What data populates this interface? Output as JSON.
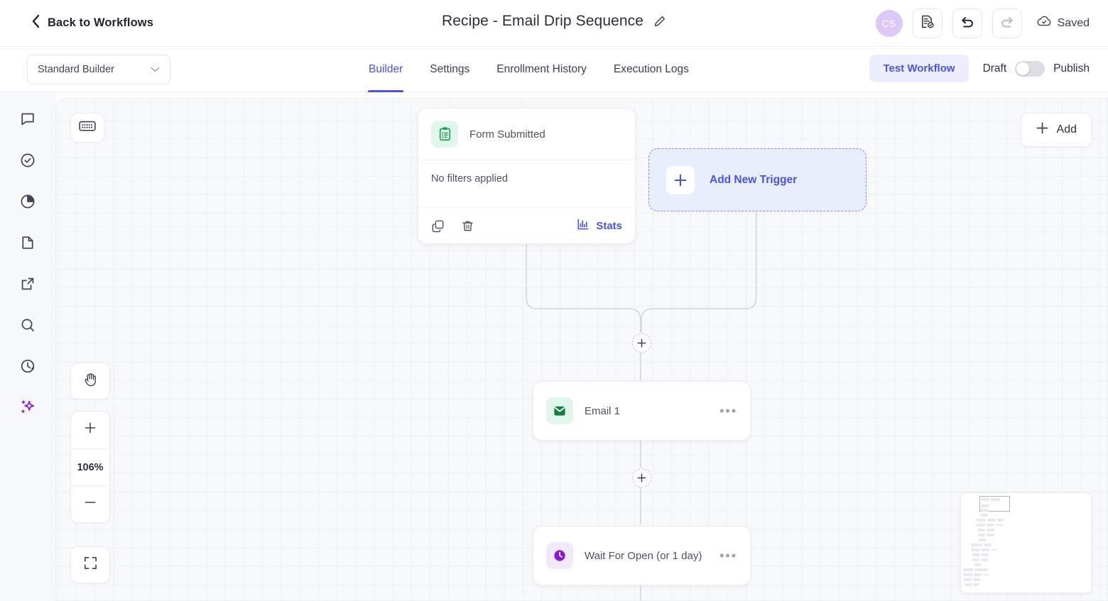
{
  "topbar": {
    "back_label": "Back to Workflows",
    "back_icon": "chevron-left-icon",
    "title": "Recipe - Email Drip Sequence",
    "edit_icon": "pencil-icon",
    "avatar_initials": "CS",
    "avatar_color": "#ddc8f7",
    "version_icon": "document-check-icon",
    "undo_icon": "undo-arrow-icon",
    "redo_icon": "redo-arrow-icon",
    "save_status": "Saved",
    "save_icon": "cloud-check-icon"
  },
  "subbar": {
    "builder_select": "Standard Builder",
    "builder_select_icon": "chevron-down-icon",
    "tabs": [
      {
        "label": "Builder",
        "active": true
      },
      {
        "label": "Settings",
        "active": false
      },
      {
        "label": "Enrollment History",
        "active": false
      },
      {
        "label": "Execution Logs",
        "active": false
      }
    ],
    "test_workflow": "Test Workflow",
    "draft_label": "Draft",
    "publish_label": "Publish",
    "toggle_state": "off",
    "accent_color": "#4a52ea"
  },
  "rail": {
    "items": [
      {
        "icon": "comment-icon",
        "active": false
      },
      {
        "icon": "check-circle-icon",
        "active": false
      },
      {
        "icon": "pie-chart-icon",
        "active": false
      },
      {
        "icon": "document-icon",
        "active": false
      },
      {
        "icon": "external-link-icon",
        "active": false
      },
      {
        "icon": "search-icon",
        "active": false
      },
      {
        "icon": "clock-history-icon",
        "active": false
      },
      {
        "icon": "ai-sparkle-icon",
        "active": true,
        "color": "#8b16d8"
      }
    ]
  },
  "canvas": {
    "keyboard_shortcut_icon": "keyboard-icon",
    "pan_icon": "hand-icon",
    "zoom_in_icon": "plus-icon",
    "zoom_level": "106%",
    "zoom_out_icon": "minus-icon",
    "fit_icon": "fit-screen-icon",
    "add_label": "Add",
    "add_icon": "plus-icon",
    "grid": true
  },
  "workflow": {
    "trigger": {
      "icon": "clipboard-list-icon",
      "icon_color": "#1f9d55",
      "icon_bg": "#e2f7ec",
      "title": "Form Submitted",
      "filters": "No filters applied",
      "copy_icon": "copy-icon",
      "delete_icon": "trash-icon",
      "stats_icon": "bar-chart-icon",
      "stats_label": "Stats"
    },
    "add_trigger": {
      "icon": "plus-icon",
      "label": "Add New Trigger"
    },
    "steps": [
      {
        "icon": "envelope-icon",
        "icon_color": "#15803d",
        "icon_bg": "#e2f7ec",
        "title": "Email 1",
        "menu_icon": "ellipsis-icon"
      },
      {
        "icon": "clock-icon",
        "icon_color": "#8b16d8",
        "icon_bg": "#f1e9fd",
        "title": "Wait For Open (or 1 day)",
        "menu_icon": "ellipsis-icon"
      }
    ],
    "connector_add_icon": "plus-icon"
  },
  "minimap": {
    "label": "workflow-minimap"
  }
}
